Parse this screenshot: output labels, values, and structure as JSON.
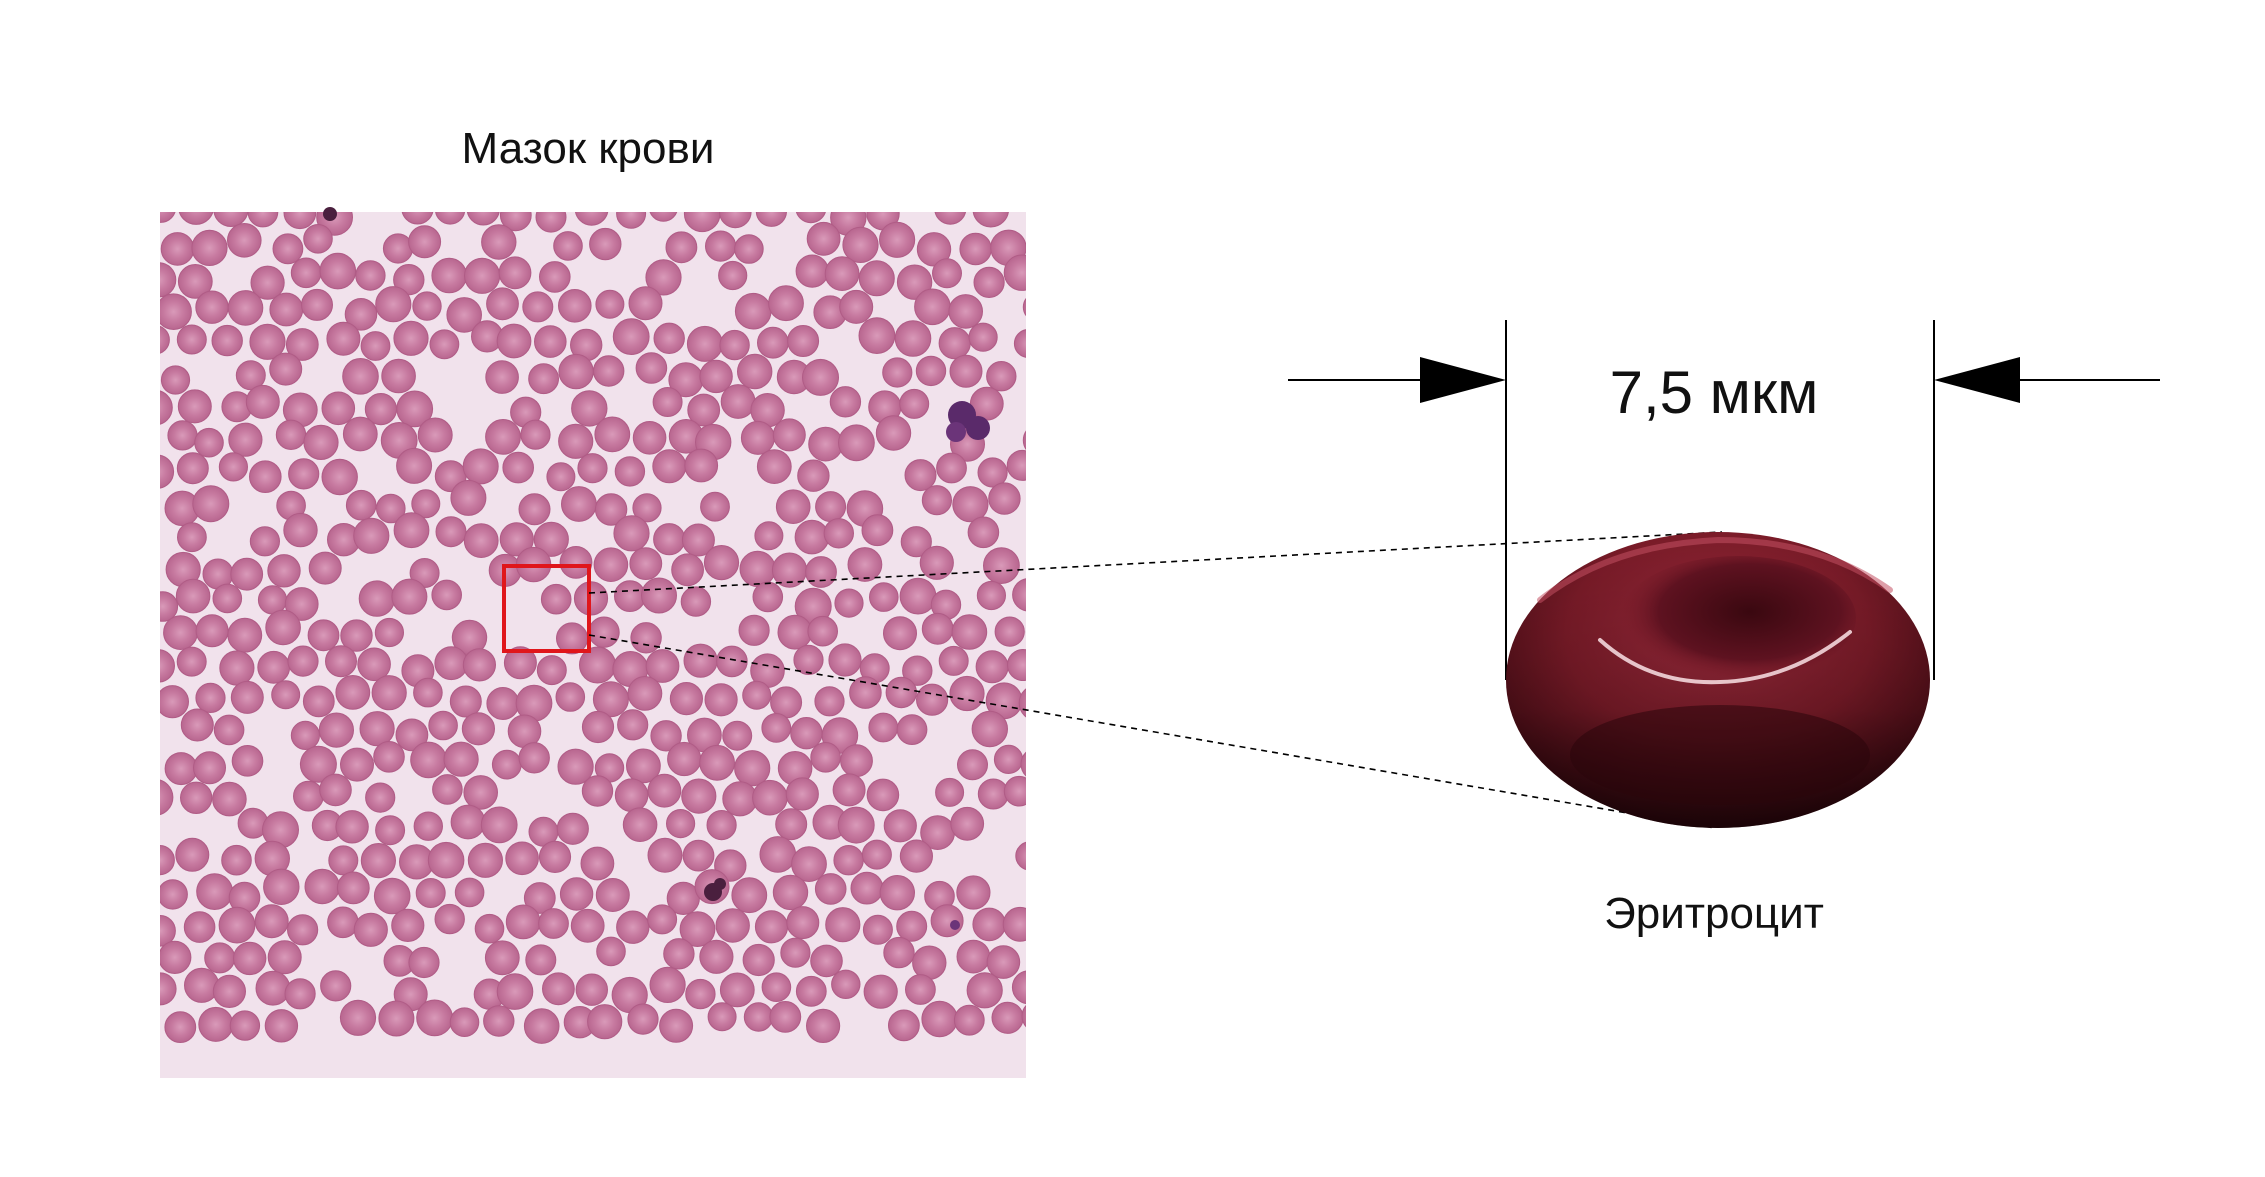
{
  "smear": {
    "title": "Мазок крови",
    "background_color": "#f1e2ec",
    "cell_color": "#c77aa0",
    "cell_center_color": "#d99ab9",
    "nucleus_color": "#5a2a6a",
    "zoom_box_color": "#e0161b"
  },
  "erythrocyte": {
    "label": "Эритроцит",
    "size_label": "7,5 мкм",
    "body_color": "#7a1b28",
    "dark_color": "#3a0810",
    "highlight_color": "#f3d7dc"
  },
  "annotation": {
    "line_color": "#000000"
  }
}
